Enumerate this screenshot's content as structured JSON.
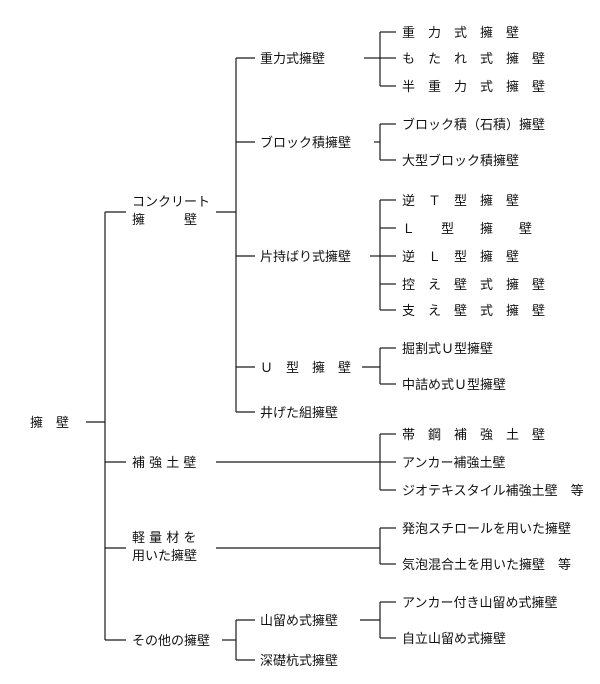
{
  "root": {
    "label": "擁　壁"
  },
  "level1": [
    {
      "key": "concrete",
      "lines": [
        "コンクリート",
        "擁　　　壁"
      ]
    },
    {
      "key": "reinforced",
      "lines": [
        "補 強 土 壁"
      ]
    },
    {
      "key": "lightweight",
      "lines": [
        "軽 量 材 を",
        "用いた擁壁"
      ]
    },
    {
      "key": "other",
      "lines": [
        "その他の擁壁"
      ]
    }
  ],
  "level2": [
    {
      "key": "gravity",
      "label": "重力式擁壁"
    },
    {
      "key": "block",
      "label": "ブロック積擁壁"
    },
    {
      "key": "cantilever",
      "label": "片持ばり式擁壁"
    },
    {
      "key": "u-type",
      "label": "Ｕ　型　擁　壁"
    },
    {
      "key": "crib",
      "label": "井げた組擁壁"
    },
    {
      "key": "earth-anchor-wall",
      "label": "山留め式擁壁"
    },
    {
      "key": "deep-pile",
      "label": "深礎杭式擁壁"
    }
  ],
  "level3": [
    {
      "key": "gravity-1",
      "label": "重　力　式　擁　壁"
    },
    {
      "key": "gravity-2",
      "label": "も　た　れ　式　擁　壁"
    },
    {
      "key": "gravity-3",
      "label": "半　重　力　式　擁　壁"
    },
    {
      "key": "block-1",
      "label": "ブロック積（石積）擁壁"
    },
    {
      "key": "block-2",
      "label": "大型ブロック積擁壁"
    },
    {
      "key": "cant-1",
      "label": "逆　Ｔ　型　擁　壁"
    },
    {
      "key": "cant-2",
      "label": "Ｌ　　型　　擁　　壁"
    },
    {
      "key": "cant-3",
      "label": "逆　Ｌ　型　擁　壁"
    },
    {
      "key": "cant-4",
      "label": "控　え　壁　式　擁　壁"
    },
    {
      "key": "cant-5",
      "label": "支　え　壁　式　擁　壁"
    },
    {
      "key": "u-1",
      "label": "掘割式Ｕ型擁壁"
    },
    {
      "key": "u-2",
      "label": "中詰め式Ｕ型擁壁"
    },
    {
      "key": "reinf-1",
      "label": "帯　鋼　補　強　土　壁"
    },
    {
      "key": "reinf-2",
      "label": "アンカー補強土壁"
    },
    {
      "key": "reinf-3",
      "label": "ジオテキスタイル補強土壁　等"
    },
    {
      "key": "light-1",
      "label": "発泡スチロールを用いた擁壁"
    },
    {
      "key": "light-2",
      "label": "気泡混合土を用いた擁壁　等"
    },
    {
      "key": "anchor-1",
      "label": "アンカー付き山留め式擁壁"
    },
    {
      "key": "anchor-2",
      "label": "自立山留め式擁壁"
    }
  ]
}
